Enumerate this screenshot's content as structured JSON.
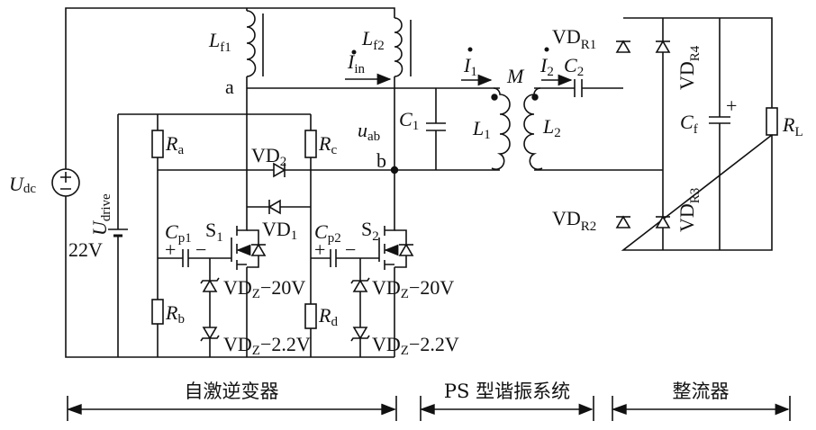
{
  "labels": {
    "Lf1": {
      "main": "L",
      "sub": "f1"
    },
    "Lf2": {
      "main": "L",
      "sub": "f2"
    },
    "Iin": {
      "main": "I",
      "sub": "in"
    },
    "node_a": "a",
    "node_b": "b",
    "uab": {
      "main": "u",
      "sub": "ab"
    },
    "C1": {
      "main": "C",
      "sub": "1"
    },
    "L1": {
      "main": "L",
      "sub": "1"
    },
    "M": "M",
    "L2": {
      "main": "L",
      "sub": "2"
    },
    "I1": {
      "main": "I",
      "sub": "1"
    },
    "I2": {
      "main": "I",
      "sub": "2"
    },
    "C2": {
      "main": "C",
      "sub": "2"
    },
    "VDR1": {
      "main": "VD",
      "sub": "R1"
    },
    "VDR2": {
      "main": "VD",
      "sub": "R2"
    },
    "VDR3": {
      "main": "VD",
      "sub": "R3"
    },
    "VDR4": {
      "main": "VD",
      "sub": "R4"
    },
    "Cf": {
      "main": "C",
      "sub": "f"
    },
    "Cf_plus": "+",
    "RL": {
      "main": "R",
      "sub": "L"
    },
    "Udc": {
      "main": "U",
      "sub": "dc"
    },
    "Udrive": {
      "main": "U",
      "sub": "drive"
    },
    "drive_voltage": "22V",
    "Ra": {
      "main": "R",
      "sub": "a"
    },
    "Rb": {
      "main": "R",
      "sub": "b"
    },
    "Rc": {
      "main": "R",
      "sub": "c"
    },
    "Rd": {
      "main": "R",
      "sub": "d"
    },
    "VD1": {
      "main": "VD",
      "sub": "1"
    },
    "VD2": {
      "main": "VD",
      "sub": "2"
    },
    "Cp1": {
      "main": "C",
      "sub": "p1"
    },
    "Cp2": {
      "main": "C",
      "sub": "p2"
    },
    "S1": {
      "main": "S",
      "sub": "1"
    },
    "S2": {
      "main": "S",
      "sub": "2"
    },
    "cap_plus": "+",
    "cap_minus": "−",
    "zener_20": {
      "main": "VD",
      "sub": "Z",
      "rest": "−20V"
    },
    "zener_22": {
      "main": "VD",
      "sub": "Z",
      "rest": "−2.2V"
    }
  },
  "sections": [
    {
      "label": "自激逆变器"
    },
    {
      "label": "PS 型谐振系统"
    },
    {
      "label": "整流器"
    }
  ]
}
